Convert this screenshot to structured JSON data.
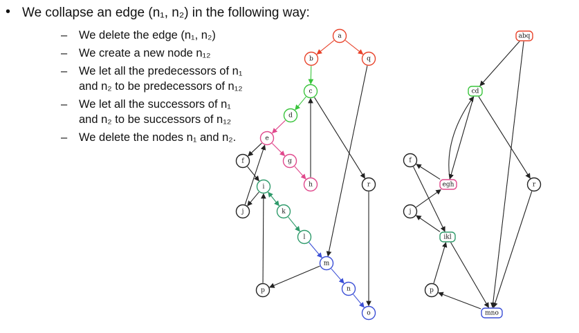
{
  "bullets": {
    "main": "We collapse an edge (n₁, n₂) in the following way:",
    "items": [
      "We delete the edge (n₁, n₂)",
      "We create a new node n₁₂",
      "We let all the predecessors of n₁",
      "and n₂ to be predecessors of n₁₂",
      "We let all the successors of n₁",
      "and n₂ to be successors of n₁₂",
      "We delete the nodes n₁ and n₂."
    ]
  },
  "graph_left": {
    "nodes": [
      {
        "id": "a",
        "label": "a",
        "color": "#e8432b"
      },
      {
        "id": "b",
        "label": "b",
        "color": "#e8432b"
      },
      {
        "id": "q",
        "label": "q",
        "color": "#e8432b"
      },
      {
        "id": "c",
        "label": "c",
        "color": "#39c43c"
      },
      {
        "id": "d",
        "label": "d",
        "color": "#39c43c"
      },
      {
        "id": "e",
        "label": "e",
        "color": "#e0488c"
      },
      {
        "id": "f",
        "label": "f",
        "color": "#222222"
      },
      {
        "id": "g",
        "label": "g",
        "color": "#e0488c"
      },
      {
        "id": "h",
        "label": "h",
        "color": "#e0488c"
      },
      {
        "id": "r",
        "label": "r",
        "color": "#222222"
      },
      {
        "id": "i",
        "label": "i",
        "color": "#2e9a6a"
      },
      {
        "id": "j",
        "label": "j",
        "color": "#222222"
      },
      {
        "id": "k",
        "label": "k",
        "color": "#2e9a6a"
      },
      {
        "id": "l",
        "label": "l",
        "color": "#2e9a6a"
      },
      {
        "id": "m",
        "label": "m",
        "color": "#3b4fd6"
      },
      {
        "id": "n",
        "label": "n",
        "color": "#3b4fd6"
      },
      {
        "id": "o",
        "label": "o",
        "color": "#3b4fd6"
      },
      {
        "id": "p",
        "label": "p",
        "color": "#222222"
      }
    ],
    "edges": [
      {
        "from": "a",
        "to": "b",
        "color": "#e8432b"
      },
      {
        "from": "a",
        "to": "q",
        "color": "#e8432b"
      },
      {
        "from": "b",
        "to": "c",
        "color": "#39c43c"
      },
      {
        "from": "c",
        "to": "d",
        "color": "#39c43c"
      },
      {
        "from": "d",
        "to": "e",
        "color": "#e0488c"
      },
      {
        "from": "e",
        "to": "g",
        "color": "#e0488c"
      },
      {
        "from": "g",
        "to": "h",
        "color": "#e0488c"
      },
      {
        "from": "h",
        "to": "c",
        "color": "#222222"
      },
      {
        "from": "c",
        "to": "r",
        "color": "#222222"
      },
      {
        "from": "e",
        "to": "f",
        "color": "#222222"
      },
      {
        "from": "f",
        "to": "i",
        "color": "#222222"
      },
      {
        "from": "j",
        "to": "e",
        "color": "#222222"
      },
      {
        "from": "i",
        "to": "j",
        "color": "#222222"
      },
      {
        "from": "i",
        "to": "k",
        "color": "#2e9a6a"
      },
      {
        "from": "k",
        "to": "i",
        "color": "#2e9a6a"
      },
      {
        "from": "k",
        "to": "l",
        "color": "#2e9a6a"
      },
      {
        "from": "l",
        "to": "m",
        "color": "#3b4fd6"
      },
      {
        "from": "m",
        "to": "n",
        "color": "#3b4fd6"
      },
      {
        "from": "n",
        "to": "o",
        "color": "#3b4fd6"
      },
      {
        "from": "q",
        "to": "m",
        "color": "#222222"
      },
      {
        "from": "r",
        "to": "o",
        "color": "#222222"
      },
      {
        "from": "m",
        "to": "p",
        "color": "#222222"
      },
      {
        "from": "p",
        "to": "i",
        "color": "#222222"
      }
    ]
  },
  "graph_right": {
    "nodes": [
      {
        "id": "abq",
        "label": "abq",
        "color": "#e8432b"
      },
      {
        "id": "cd",
        "label": "cd",
        "color": "#39c43c"
      },
      {
        "id": "f2",
        "label": "f",
        "color": "#222222"
      },
      {
        "id": "egh",
        "label": "egh",
        "color": "#e0488c"
      },
      {
        "id": "r2",
        "label": "r",
        "color": "#222222"
      },
      {
        "id": "j2",
        "label": "j",
        "color": "#222222"
      },
      {
        "id": "ikl",
        "label": "ikl",
        "color": "#2e9a6a"
      },
      {
        "id": "p2",
        "label": "p",
        "color": "#222222"
      },
      {
        "id": "mno",
        "label": "mno",
        "color": "#3b4fd6"
      }
    ],
    "edges": [
      {
        "from": "abq",
        "to": "cd",
        "color": "#222222"
      },
      {
        "from": "abq",
        "to": "mno",
        "color": "#222222"
      },
      {
        "from": "cd",
        "to": "egh",
        "color": "#222222"
      },
      {
        "from": "egh",
        "to": "cd",
        "color": "#222222",
        "curved": true
      },
      {
        "from": "cd",
        "to": "r2",
        "color": "#222222"
      },
      {
        "from": "r2",
        "to": "mno",
        "color": "#222222"
      },
      {
        "from": "egh",
        "to": "f2",
        "color": "#222222"
      },
      {
        "from": "f2",
        "to": "ikl",
        "color": "#222222"
      },
      {
        "from": "j2",
        "to": "egh",
        "color": "#222222"
      },
      {
        "from": "ikl",
        "to": "j2",
        "color": "#222222"
      },
      {
        "from": "ikl",
        "to": "mno",
        "color": "#222222"
      },
      {
        "from": "mno",
        "to": "p2",
        "color": "#222222"
      },
      {
        "from": "p2",
        "to": "ikl",
        "color": "#222222"
      }
    ]
  }
}
